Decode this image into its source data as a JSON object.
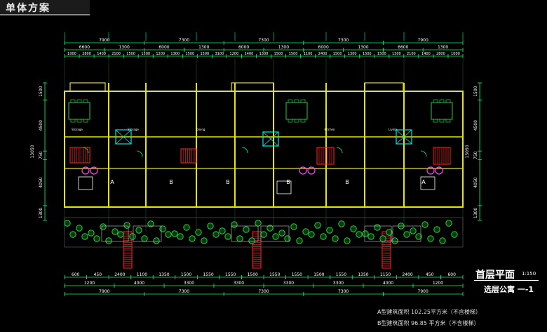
{
  "header": {
    "title": "单体方案"
  },
  "dims": {
    "top1": [
      "7900",
      "7300",
      "7300",
      "7300",
      "7900"
    ],
    "top2": [
      "6600",
      "1300",
      "6000",
      "1300",
      "6000",
      "1300",
      "6000",
      "1300",
      "6600",
      "1300"
    ],
    "top3": [
      "1000",
      "2800",
      "1400",
      "2100",
      "1500",
      "1500",
      "1200",
      "1300",
      "1500",
      "1500",
      "3100",
      "1200",
      "1400",
      "1300",
      "1500",
      "1500",
      "1100",
      "2400",
      "1500",
      "1300",
      "1500",
      "1500",
      "1300",
      "2100",
      "1400",
      "2800",
      "1000"
    ],
    "bot1": [
      "600",
      "450",
      "2400",
      "1100",
      "1350",
      "1500",
      "1550",
      "1550",
      "1500",
      "1550",
      "1550",
      "1500",
      "1550",
      "1350",
      "1150",
      "2400",
      "450",
      "600"
    ],
    "bot2": [
      "1200",
      "4000",
      "3300",
      "3300",
      "3300",
      "3300",
      "4000",
      "1200"
    ],
    "bot3": [
      "7900",
      "7300",
      "7300",
      "7300",
      "7900"
    ],
    "left": [
      "1500",
      "4500",
      "750",
      "4050",
      "1300"
    ],
    "left_total": "13050",
    "right": [
      "1500",
      "4500",
      "750",
      "4050",
      "1300"
    ],
    "right_total": "13050"
  },
  "plan": {
    "unit_a_label": "A",
    "unit_b_label": "B",
    "rooms": [
      "Storage",
      "Storage",
      "Dining",
      "Kitchen",
      "Living"
    ]
  },
  "title_block": {
    "title": "首层平面",
    "scale": "1:150",
    "subtitle": "选层公寓 一-1"
  },
  "area_notes": [
    "A型建筑面积    102.25平方米（不含楼梯）",
    "B型建筑面积    96.85 平方米（不含楼梯）"
  ],
  "colors": {
    "wall": "#e5e500",
    "dim": "#00ff66",
    "stair": "#ff2222",
    "fixture": "#00e5e5",
    "plant": "#22cc44",
    "furniture": "#ff44ff"
  }
}
